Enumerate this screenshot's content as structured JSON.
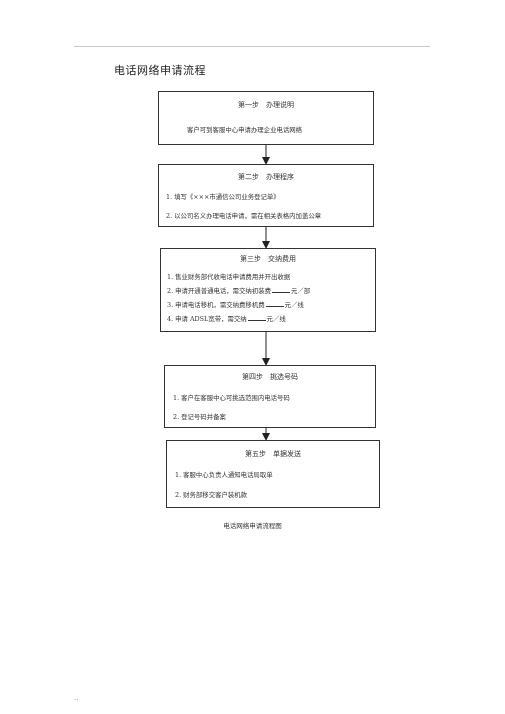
{
  "document": {
    "title": "电话网络申请流程",
    "caption": "电话网络申请流程图",
    "footer_mark": ".."
  },
  "steps": [
    {
      "title": "第一步　办理说明",
      "lines": [
        {
          "text": "客户可到客服中心申请办理企业电话网络"
        }
      ]
    },
    {
      "title": "第二步　办理程序",
      "lines": [
        {
          "text": "1.  填写《×××市通信公司业务登记单》"
        },
        {
          "text": "2.  以公司名义办理电话申请，需在相关表格内加盖公章"
        }
      ]
    },
    {
      "title": "第三步　交纳费用",
      "lines": [
        {
          "text": "1.  售业财务部代收电话申请费用并开出收据"
        },
        {
          "pre": "2.  申请开通普通电话，需交纳初装费",
          "post": "元／部"
        },
        {
          "pre": "3.  申请电话移机，需交纳费移机费",
          "post": "元／线"
        },
        {
          "pre": "4.  申请 ADSL宽带，需交纳",
          "post": "元／线"
        }
      ]
    },
    {
      "title": "第四步　挑选号码",
      "lines": [
        {
          "text": "1.  客户在客服中心可挑选范围内电话号码"
        },
        {
          "text": "2.  登记号码并备案"
        }
      ]
    },
    {
      "title": "第五步　单据发送",
      "lines": [
        {
          "text": "1.  客服中心负责人通知电话局取单"
        },
        {
          "text": "2.  财务部移交客户装机款"
        }
      ]
    }
  ]
}
